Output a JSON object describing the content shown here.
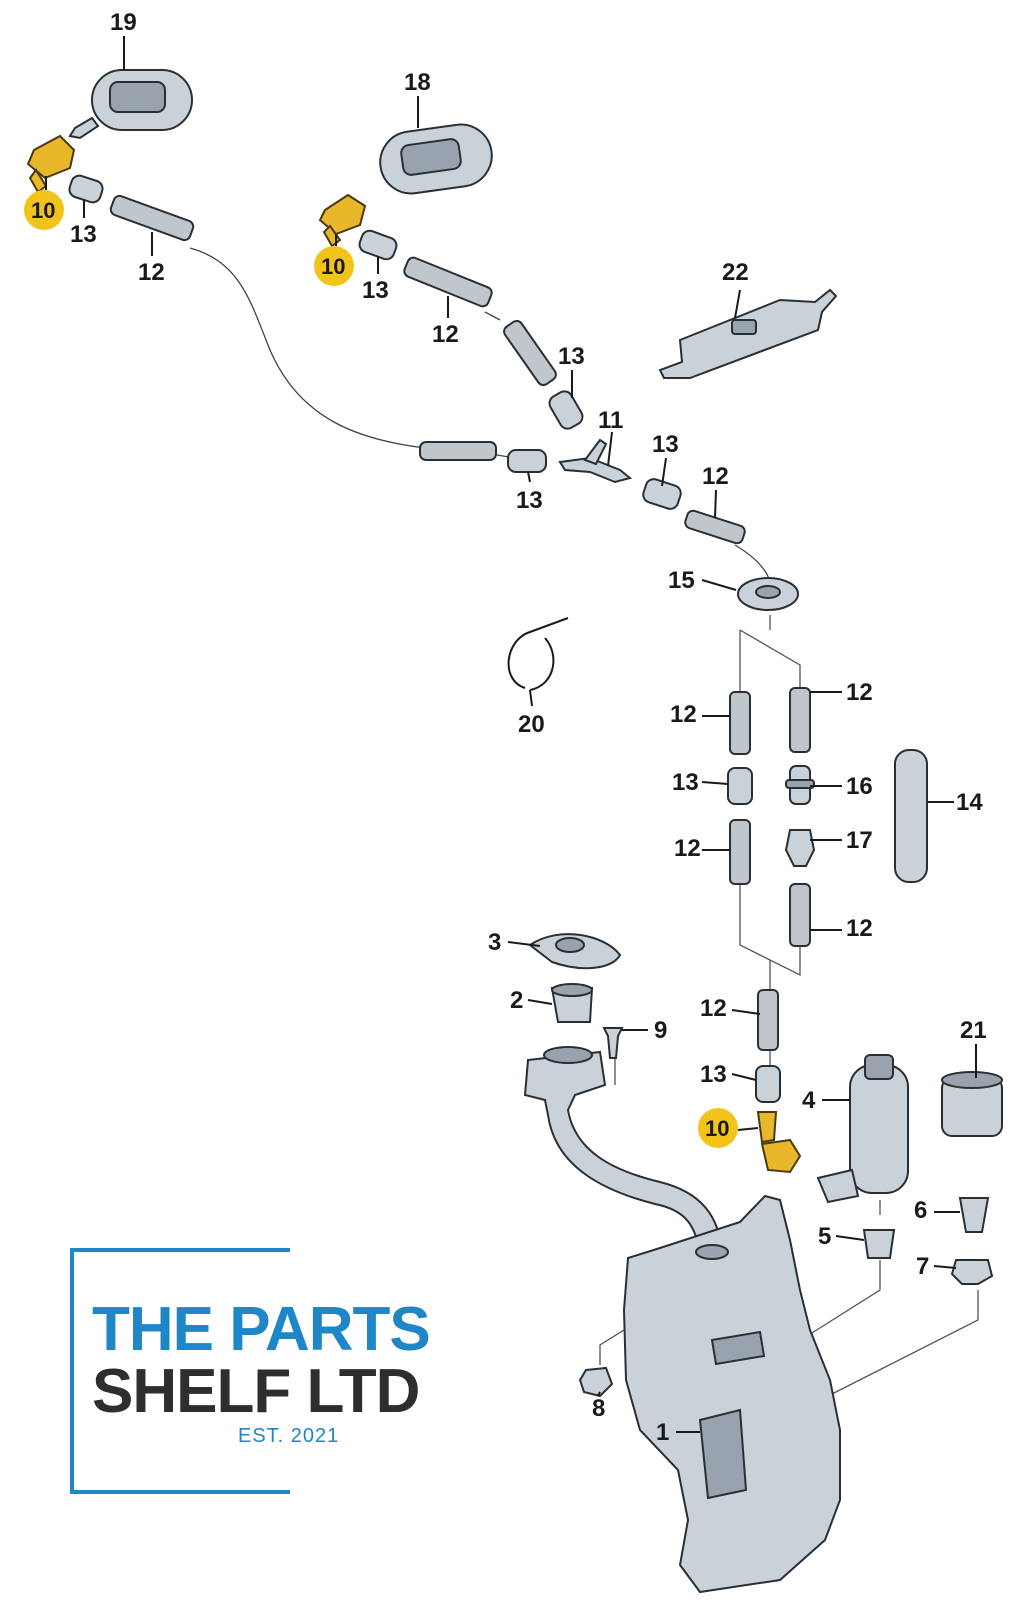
{
  "callouts": {
    "p1": "1",
    "p2": "2",
    "p3": "3",
    "p4": "4",
    "p5": "5",
    "p6": "6",
    "p7": "7",
    "p8": "8",
    "p9": "9",
    "p10a": "10",
    "p10b": "10",
    "p10c": "10",
    "p11": "11",
    "p12a": "12",
    "p12b": "12",
    "p12c": "12",
    "p12d": "12",
    "p12e": "12",
    "p12f": "12",
    "p12g": "12",
    "p12h": "12",
    "p13a": "13",
    "p13b": "13",
    "p13c": "13",
    "p13d": "13",
    "p13e": "13",
    "p13f": "13",
    "p13g": "13",
    "p14": "14",
    "p15": "15",
    "p16": "16",
    "p17": "17",
    "p18": "18",
    "p19": "19",
    "p20": "20",
    "p21": "21",
    "p22": "22"
  },
  "highlight_color": "#f2c31b",
  "logo": {
    "line1": "THE PARTS",
    "line2": "SHELF LTD",
    "est": "EST. 2021",
    "brand_color": "#1f86c8",
    "text_color": "#2e2e2e"
  }
}
